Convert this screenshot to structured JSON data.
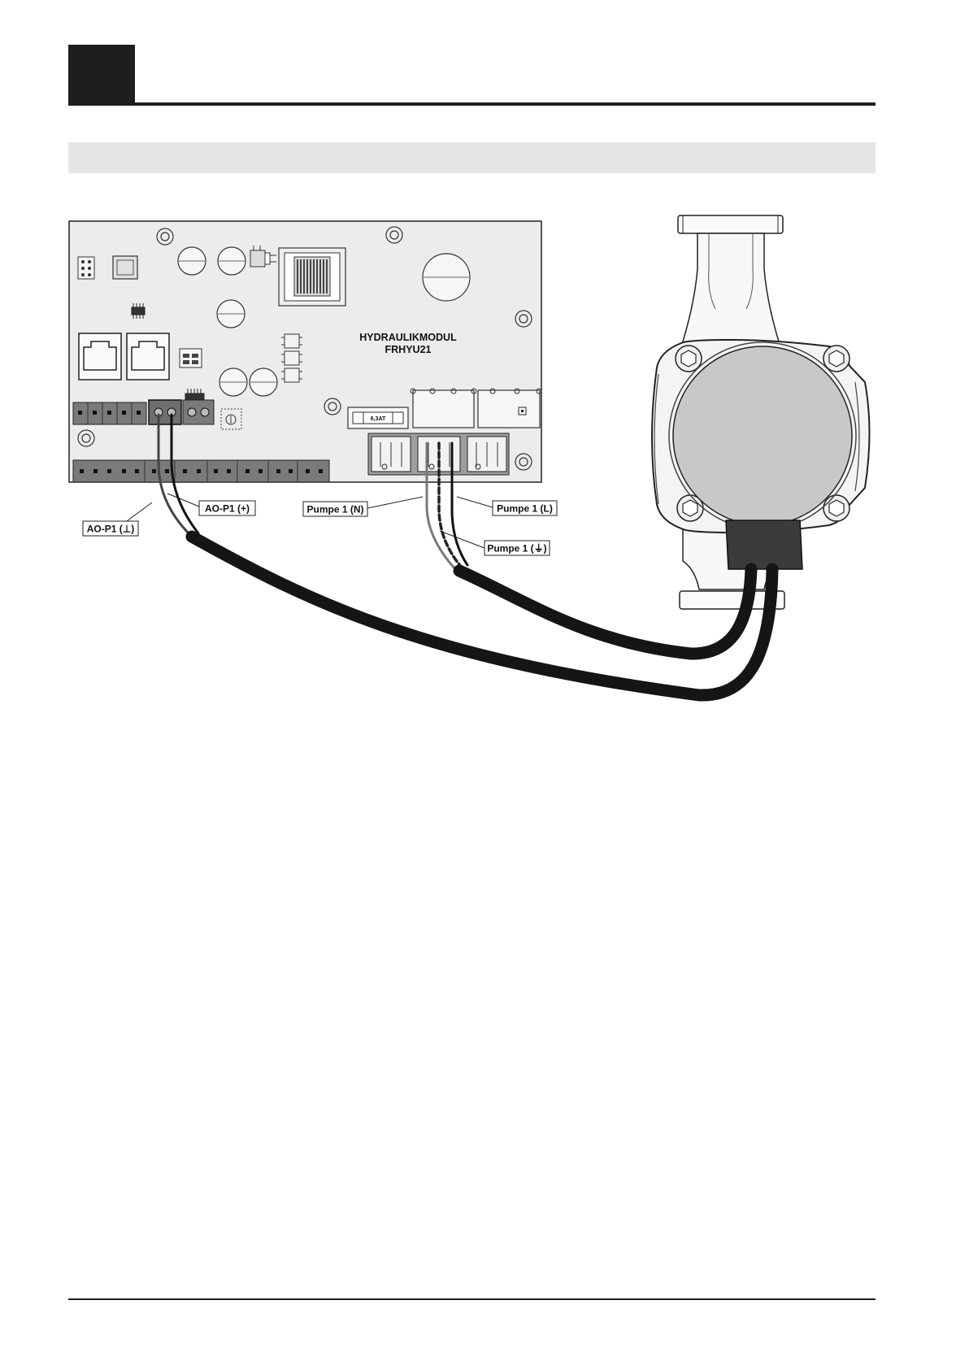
{
  "board": {
    "title_line1": "HYDRAULIKMODUL",
    "title_line2": "FRHYU21",
    "fuse_label": "6,3AT"
  },
  "callouts": {
    "ao_p1_plus": "AO-P1 (+)",
    "ao_p1_ground": "AO-P1 (⊥)",
    "pump_n": "Pumpe 1 (N)",
    "pump_l": "Pumpe 1 (L)",
    "pump_pe": "Pumpe 1 (⏚)"
  }
}
